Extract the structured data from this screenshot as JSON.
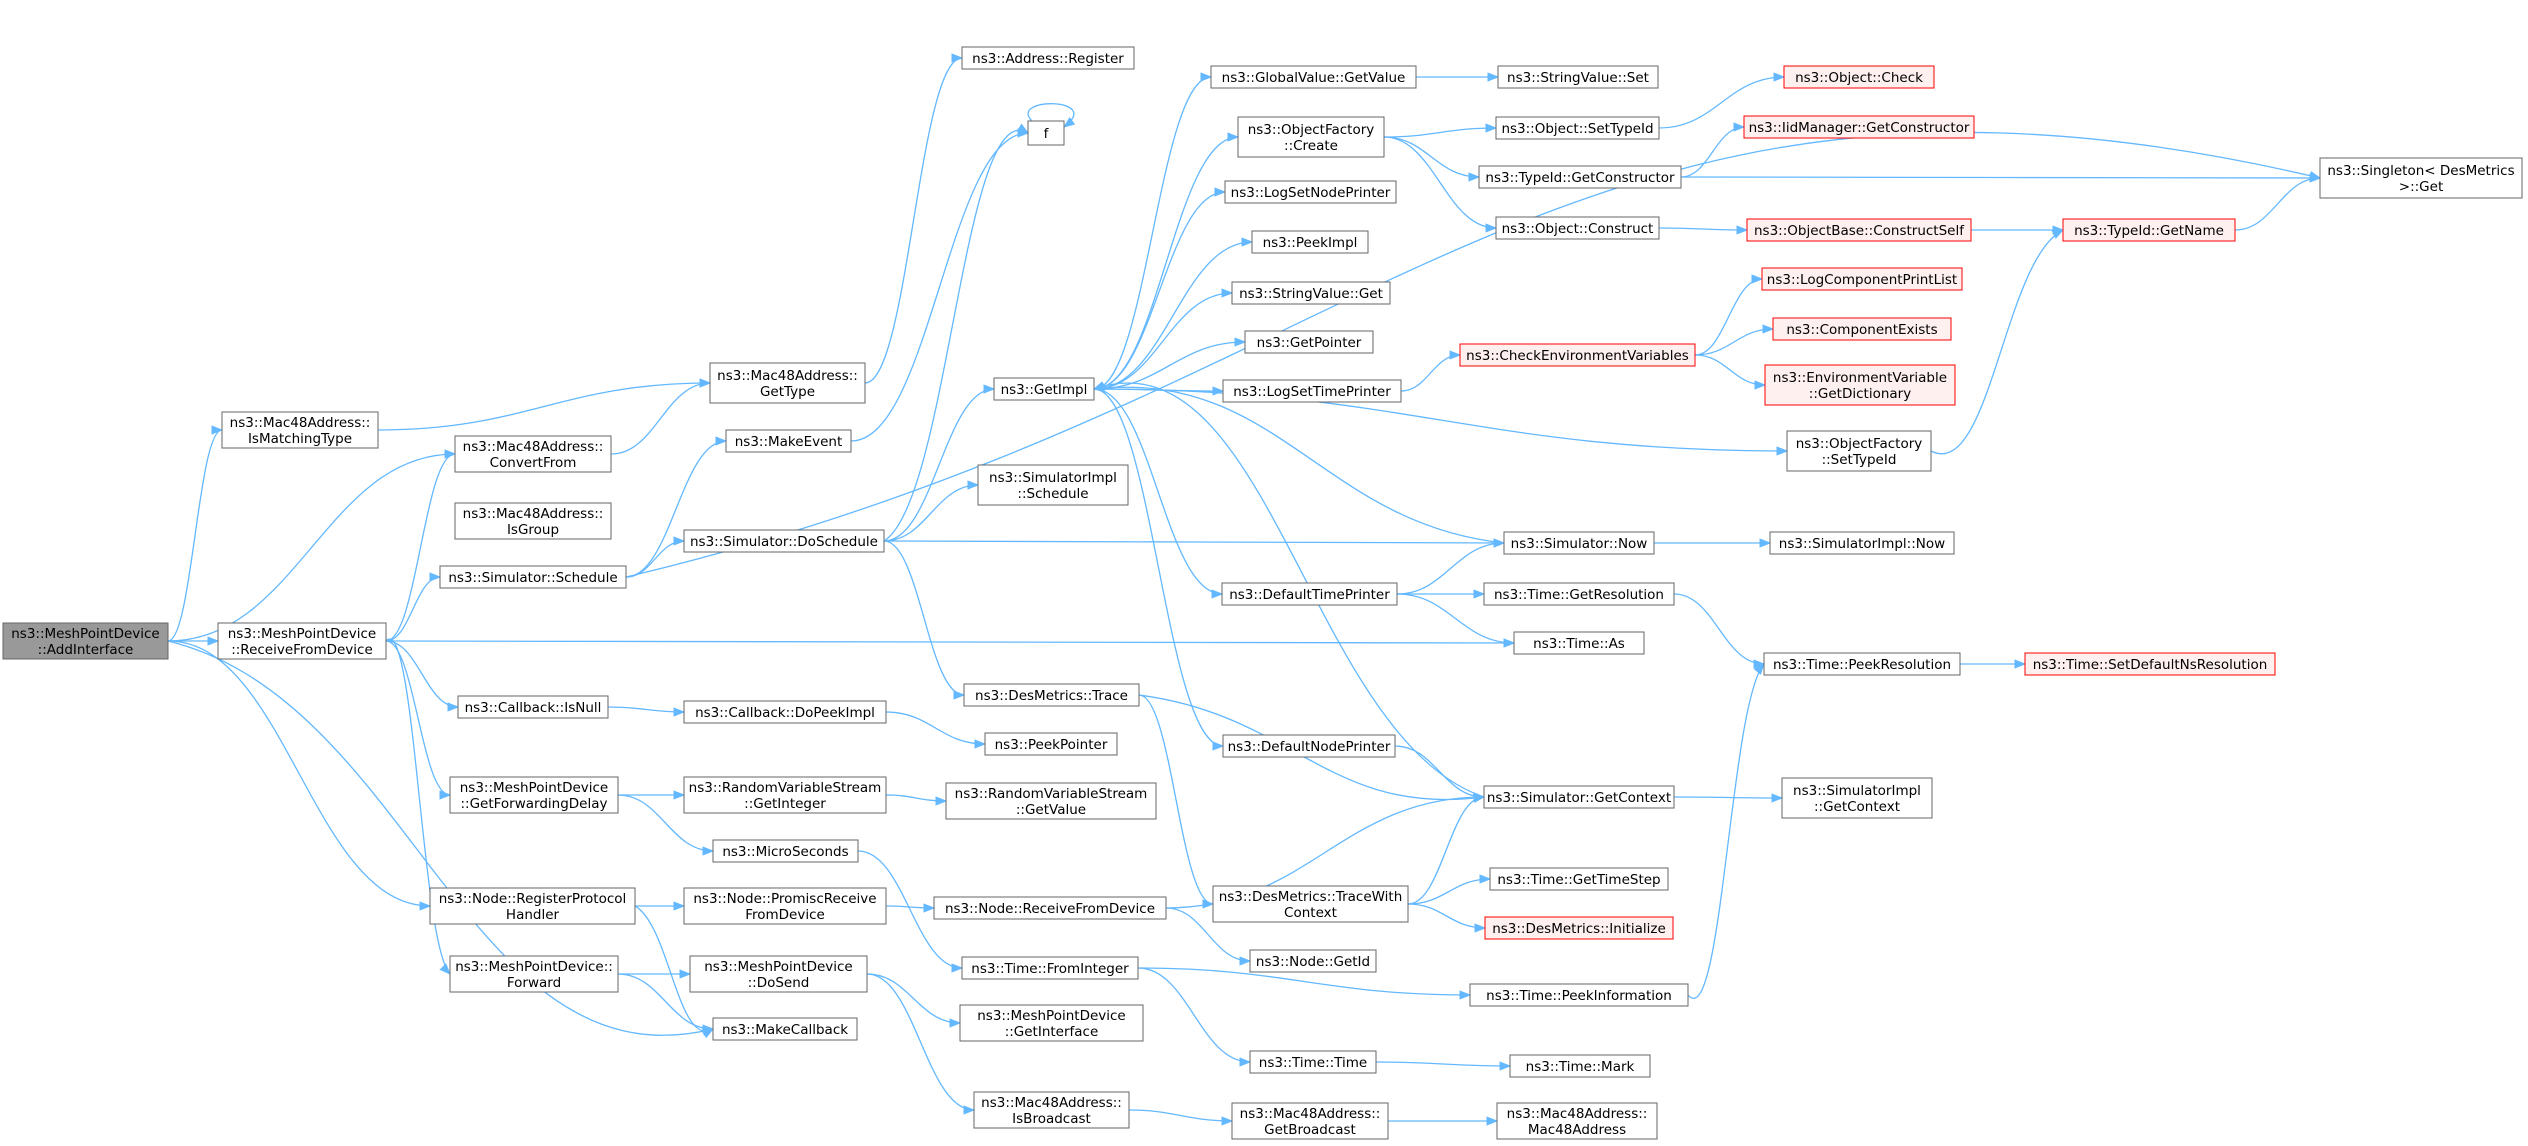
{
  "colors": {
    "edge": "#63b8ff",
    "node_border": "#666666",
    "red_border": "#ff0000",
    "red_fill": "#fff0f0",
    "root_fill": "#999999",
    "node_fill": "#ffffff"
  },
  "nodes": [
    {
      "id": "root",
      "lines": [
        "ns3::MeshPointDevice",
        "::AddInterface"
      ],
      "style": "root"
    },
    {
      "id": "isMatching",
      "lines": [
        "ns3::Mac48Address::",
        "IsMatchingType"
      ]
    },
    {
      "id": "receiveFromDevice",
      "lines": [
        "ns3::MeshPointDevice",
        "::ReceiveFromDevice"
      ]
    },
    {
      "id": "nodeRegister",
      "lines": [
        "ns3::Node::RegisterProtocol",
        "Handler"
      ]
    },
    {
      "id": "mpdForward",
      "lines": [
        "ns3::MeshPointDevice::",
        "Forward"
      ]
    },
    {
      "id": "convertFrom",
      "lines": [
        "ns3::Mac48Address::",
        "ConvertFrom"
      ]
    },
    {
      "id": "isGroup",
      "lines": [
        "ns3::Mac48Address::",
        "IsGroup"
      ]
    },
    {
      "id": "simSchedule",
      "lines": [
        "ns3::Simulator::Schedule"
      ]
    },
    {
      "id": "cbIsNull",
      "lines": [
        "ns3::Callback::IsNull"
      ]
    },
    {
      "id": "getFwdDelay",
      "lines": [
        "ns3::MeshPointDevice",
        "::GetForwardingDelay"
      ]
    },
    {
      "id": "macGetType",
      "lines": [
        "ns3::Mac48Address::",
        "GetType"
      ]
    },
    {
      "id": "addrRegister",
      "lines": [
        "ns3::Address::Register"
      ]
    },
    {
      "id": "makeEvent",
      "lines": [
        "ns3::MakeEvent"
      ]
    },
    {
      "id": "simDoSchedule",
      "lines": [
        "ns3::Simulator::DoSchedule"
      ]
    },
    {
      "id": "cbDoPeek",
      "lines": [
        "ns3::Callback::DoPeekImpl"
      ]
    },
    {
      "id": "rvsGetInteger",
      "lines": [
        "ns3::RandomVariableStream",
        "::GetInteger"
      ]
    },
    {
      "id": "microSeconds",
      "lines": [
        "ns3::MicroSeconds"
      ]
    },
    {
      "id": "nodePromisc",
      "lines": [
        "ns3::Node::PromiscReceive",
        "FromDevice"
      ]
    },
    {
      "id": "mpdDoSend",
      "lines": [
        "ns3::MeshPointDevice",
        "::DoSend"
      ]
    },
    {
      "id": "makeCallback",
      "lines": [
        "ns3::MakeCallback"
      ]
    },
    {
      "id": "f",
      "lines": [
        "f"
      ]
    },
    {
      "id": "getImpl",
      "lines": [
        "ns3::GetImpl"
      ]
    },
    {
      "id": "simImplSchedule",
      "lines": [
        "ns3::SimulatorImpl",
        "::Schedule"
      ]
    },
    {
      "id": "desTrace",
      "lines": [
        "ns3::DesMetrics::Trace"
      ]
    },
    {
      "id": "peekPointer",
      "lines": [
        "ns3::PeekPointer"
      ]
    },
    {
      "id": "rvsGetValue",
      "lines": [
        "ns3::RandomVariableStream",
        "::GetValue"
      ]
    },
    {
      "id": "nodeReceive",
      "lines": [
        "ns3::Node::ReceiveFromDevice"
      ]
    },
    {
      "id": "timeFromInt",
      "lines": [
        "ns3::Time::FromInteger"
      ]
    },
    {
      "id": "mpdGetIface",
      "lines": [
        "ns3::MeshPointDevice",
        "::GetInterface"
      ]
    },
    {
      "id": "macIsBroadcast",
      "lines": [
        "ns3::Mac48Address::",
        "IsBroadcast"
      ]
    },
    {
      "id": "gvGetValue",
      "lines": [
        "ns3::GlobalValue::GetValue"
      ]
    },
    {
      "id": "ofCreate",
      "lines": [
        "ns3::ObjectFactory",
        "::Create"
      ]
    },
    {
      "id": "logSetNode",
      "lines": [
        "ns3::LogSetNodePrinter"
      ]
    },
    {
      "id": "peekImpl",
      "lines": [
        "ns3::PeekImpl"
      ]
    },
    {
      "id": "svGet",
      "lines": [
        "ns3::StringValue::Get"
      ]
    },
    {
      "id": "getPointer",
      "lines": [
        "ns3::GetPointer"
      ]
    },
    {
      "id": "logSetTime",
      "lines": [
        "ns3::LogSetTimePrinter"
      ]
    },
    {
      "id": "defTimePrinter",
      "lines": [
        "ns3::DefaultTimePrinter"
      ]
    },
    {
      "id": "defNodePrinter",
      "lines": [
        "ns3::DefaultNodePrinter"
      ]
    },
    {
      "id": "desTraceWith",
      "lines": [
        "ns3::DesMetrics::TraceWith",
        "Context"
      ]
    },
    {
      "id": "nodeGetId",
      "lines": [
        "ns3::Node::GetId"
      ]
    },
    {
      "id": "timeTime",
      "lines": [
        "ns3::Time::Time"
      ]
    },
    {
      "id": "macGetBroadcast",
      "lines": [
        "ns3::Mac48Address::",
        "GetBroadcast"
      ]
    },
    {
      "id": "svSet",
      "lines": [
        "ns3::StringValue::Set"
      ]
    },
    {
      "id": "objSetTypeId",
      "lines": [
        "ns3::Object::SetTypeId"
      ]
    },
    {
      "id": "tidGetCtor",
      "lines": [
        "ns3::TypeId::GetConstructor"
      ]
    },
    {
      "id": "objConstruct",
      "lines": [
        "ns3::Object::Construct"
      ]
    },
    {
      "id": "checkEnv",
      "lines": [
        "ns3::CheckEnvironmentVariables"
      ],
      "style": "red"
    },
    {
      "id": "ofSetTypeId",
      "lines": [
        "ns3::ObjectFactory",
        "::SetTypeId"
      ]
    },
    {
      "id": "simNow",
      "lines": [
        "ns3::Simulator::Now"
      ]
    },
    {
      "id": "timeGetRes",
      "lines": [
        "ns3::Time::GetResolution"
      ]
    },
    {
      "id": "timeAs",
      "lines": [
        "ns3::Time::As"
      ]
    },
    {
      "id": "simGetContext",
      "lines": [
        "ns3::Simulator::GetContext"
      ]
    },
    {
      "id": "timeGetStep",
      "lines": [
        "ns3::Time::GetTimeStep"
      ]
    },
    {
      "id": "desInit",
      "lines": [
        "ns3::DesMetrics::Initialize"
      ],
      "style": "red"
    },
    {
      "id": "timePeekInfo",
      "lines": [
        "ns3::Time::PeekInformation"
      ]
    },
    {
      "id": "timeMark",
      "lines": [
        "ns3::Time::Mark"
      ]
    },
    {
      "id": "macMac48",
      "lines": [
        "ns3::Mac48Address::",
        "Mac48Address"
      ]
    },
    {
      "id": "objCheck",
      "lines": [
        "ns3::Object::Check"
      ],
      "style": "red"
    },
    {
      "id": "iidGetCtor",
      "lines": [
        "ns3::IidManager::GetConstructor"
      ],
      "style": "red"
    },
    {
      "id": "obConstructSelf",
      "lines": [
        "ns3::ObjectBase::ConstructSelf"
      ],
      "style": "red"
    },
    {
      "id": "logCompPrint",
      "lines": [
        "ns3::LogComponentPrintList"
      ],
      "style": "red"
    },
    {
      "id": "compExists",
      "lines": [
        "ns3::ComponentExists"
      ],
      "style": "red"
    },
    {
      "id": "envGetDict",
      "lines": [
        "ns3::EnvironmentVariable",
        "::GetDictionary"
      ],
      "style": "red"
    },
    {
      "id": "simImplNow",
      "lines": [
        "ns3::SimulatorImpl::Now"
      ]
    },
    {
      "id": "timePeekRes",
      "lines": [
        "ns3::Time::PeekResolution"
      ]
    },
    {
      "id": "simImplGetCtx",
      "lines": [
        "ns3::SimulatorImpl",
        "::GetContext"
      ]
    },
    {
      "id": "tidGetName",
      "lines": [
        "ns3::TypeId::GetName"
      ],
      "style": "red"
    },
    {
      "id": "timeSetDefRes",
      "lines": [
        "ns3::Time::SetDefaultNsResolution"
      ],
      "style": "red"
    },
    {
      "id": "singleton",
      "lines": [
        "ns3::Singleton< DesMetrics",
        "  >::Get"
      ]
    }
  ],
  "edges": [
    [
      "root",
      "isMatching"
    ],
    [
      "root",
      "convertFrom"
    ],
    [
      "root",
      "receiveFromDevice"
    ],
    [
      "root",
      "nodeRegister"
    ],
    [
      "root",
      "makeCallback"
    ],
    [
      "isMatching",
      "macGetType"
    ],
    [
      "convertFrom",
      "macGetType"
    ],
    [
      "macGetType",
      "addrRegister"
    ],
    [
      "receiveFromDevice",
      "convertFrom"
    ],
    [
      "receiveFromDevice",
      "simSchedule"
    ],
    [
      "receiveFromDevice",
      "cbIsNull"
    ],
    [
      "receiveFromDevice",
      "getFwdDelay"
    ],
    [
      "receiveFromDevice",
      "mpdForward"
    ],
    [
      "receiveFromDevice",
      "timeAs"
    ],
    [
      "simSchedule",
      "makeEvent"
    ],
    [
      "simSchedule",
      "simDoSchedule"
    ],
    [
      "simSchedule",
      "singleton"
    ],
    [
      "makeEvent",
      "f"
    ],
    [
      "f",
      "f"
    ],
    [
      "simDoSchedule",
      "getImpl"
    ],
    [
      "simDoSchedule",
      "simImplSchedule"
    ],
    [
      "simDoSchedule",
      "desTrace"
    ],
    [
      "simDoSchedule",
      "simNow"
    ],
    [
      "simDoSchedule",
      "f"
    ],
    [
      "cbIsNull",
      "cbDoPeek"
    ],
    [
      "cbDoPeek",
      "peekPointer"
    ],
    [
      "getFwdDelay",
      "rvsGetInteger"
    ],
    [
      "getFwdDelay",
      "microSeconds"
    ],
    [
      "rvsGetInteger",
      "rvsGetValue"
    ],
    [
      "microSeconds",
      "timeFromInt"
    ],
    [
      "nodeRegister",
      "nodePromisc"
    ],
    [
      "nodeRegister",
      "makeCallback"
    ],
    [
      "nodePromisc",
      "nodeReceive"
    ],
    [
      "nodeReceive",
      "simGetContext"
    ],
    [
      "nodeReceive",
      "nodeGetId"
    ],
    [
      "mpdForward",
      "mpdDoSend"
    ],
    [
      "mpdForward",
      "makeCallback"
    ],
    [
      "mpdDoSend",
      "mpdGetIface"
    ],
    [
      "mpdDoSend",
      "macIsBroadcast"
    ],
    [
      "macIsBroadcast",
      "macGetBroadcast"
    ],
    [
      "macGetBroadcast",
      "macMac48"
    ],
    [
      "timeFromInt",
      "timeTime"
    ],
    [
      "timeFromInt",
      "timePeekInfo"
    ],
    [
      "timeTime",
      "timeMark"
    ],
    [
      "timePeekInfo",
      "timePeekRes"
    ],
    [
      "desTrace",
      "desTraceWith"
    ],
    [
      "desTrace",
      "simGetContext"
    ],
    [
      "desTraceWith",
      "simGetContext"
    ],
    [
      "desTraceWith",
      "timeGetStep"
    ],
    [
      "desTraceWith",
      "desInit"
    ],
    [
      "getImpl",
      "gvGetValue"
    ],
    [
      "getImpl",
      "ofCreate"
    ],
    [
      "getImpl",
      "logSetNode"
    ],
    [
      "getImpl",
      "peekImpl"
    ],
    [
      "getImpl",
      "svGet"
    ],
    [
      "getImpl",
      "getPointer"
    ],
    [
      "getImpl",
      "logSetTime"
    ],
    [
      "getImpl",
      "defTimePrinter"
    ],
    [
      "getImpl",
      "defNodePrinter"
    ],
    [
      "getImpl",
      "ofSetTypeId"
    ],
    [
      "gvGetValue",
      "svSet"
    ],
    [
      "ofCreate",
      "objSetTypeId"
    ],
    [
      "ofCreate",
      "tidGetCtor"
    ],
    [
      "ofCreate",
      "objConstruct"
    ],
    [
      "objSetTypeId",
      "objCheck"
    ],
    [
      "tidGetCtor",
      "iidGetCtor"
    ],
    [
      "tidGetCtor",
      "singleton"
    ],
    [
      "objConstruct",
      "obConstructSelf"
    ],
    [
      "obConstructSelf",
      "tidGetName"
    ],
    [
      "tidGetName",
      "singleton"
    ],
    [
      "ofSetTypeId",
      "tidGetName"
    ],
    [
      "logSetTime",
      "checkEnv"
    ],
    [
      "checkEnv",
      "logCompPrint"
    ],
    [
      "checkEnv",
      "compExists"
    ],
    [
      "checkEnv",
      "envGetDict"
    ],
    [
      "defTimePrinter",
      "simNow"
    ],
    [
      "defTimePrinter",
      "timeGetRes"
    ],
    [
      "defTimePrinter",
      "timeAs"
    ],
    [
      "defNodePrinter",
      "simGetContext"
    ],
    [
      "simNow",
      "getImpl"
    ],
    [
      "simNow",
      "simImplNow"
    ],
    [
      "simGetContext",
      "getImpl"
    ],
    [
      "simGetContext",
      "simImplGetCtx"
    ],
    [
      "timeGetRes",
      "timePeekRes"
    ],
    [
      "timePeekRes",
      "timeSetDefRes"
    ]
  ]
}
